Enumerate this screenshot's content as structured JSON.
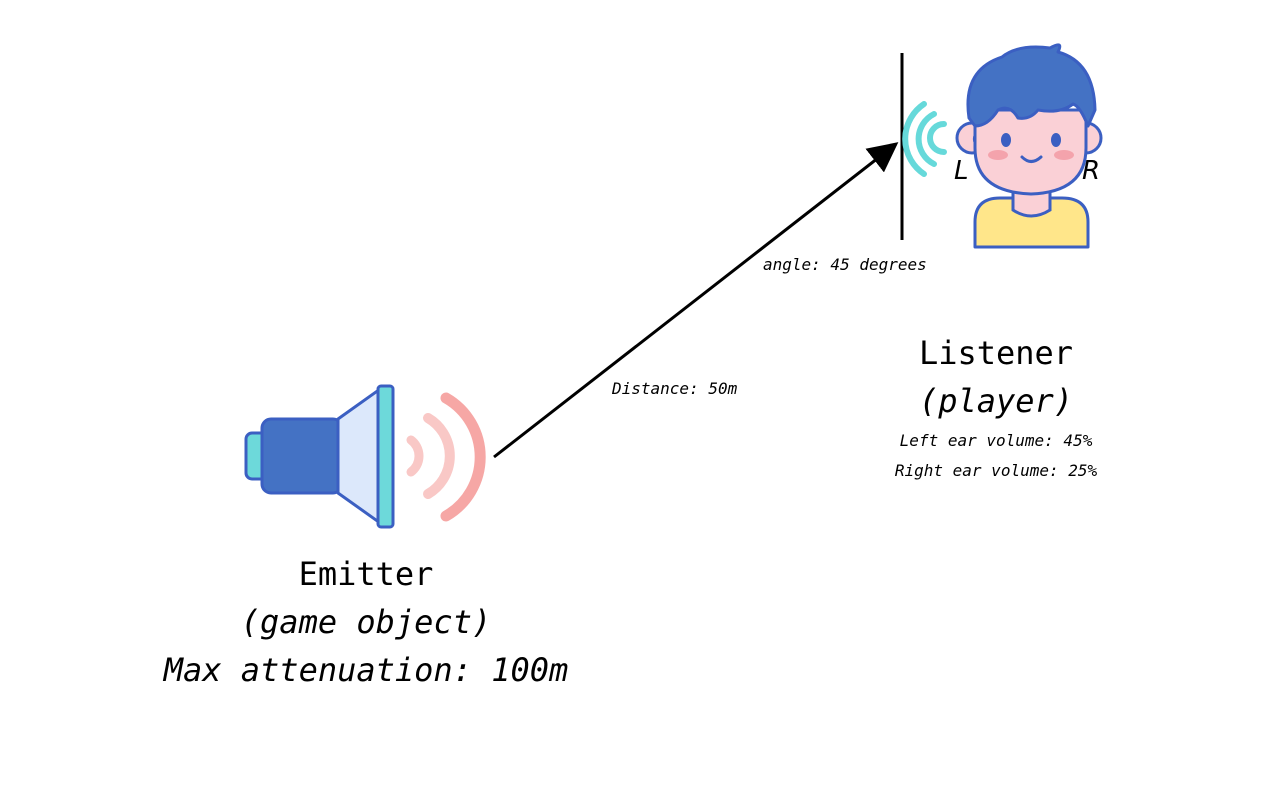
{
  "emitter": {
    "title": "Emitter",
    "subtitle": "(game object)",
    "max_attenuation": "Max attenuation: 100m"
  },
  "listener": {
    "title": "Listener",
    "subtitle": "(player)",
    "left_ear_volume": "Left ear volume: 45%",
    "right_ear_volume": "Right ear volume: 25%",
    "left_ear_letter": "L",
    "right_ear_letter": "R"
  },
  "annotations": {
    "distance": "Distance: 50m",
    "angle": "angle: 45 degrees"
  },
  "colors": {
    "speaker_body": "#4472C4",
    "speaker_cone": "#DCE8FB",
    "speaker_accent": "#6DD9DA",
    "sound_wave": "#F6A7A5",
    "ear_wave": "#66D9DA",
    "hair": "#4472C4",
    "skin": "#FAD0D6",
    "shirt": "#FFE68A",
    "outline": "#3B5FC2",
    "cheek": "#F4A3AC"
  },
  "icons": {
    "emitter": "speaker-icon",
    "listener": "boy-avatar-icon"
  }
}
